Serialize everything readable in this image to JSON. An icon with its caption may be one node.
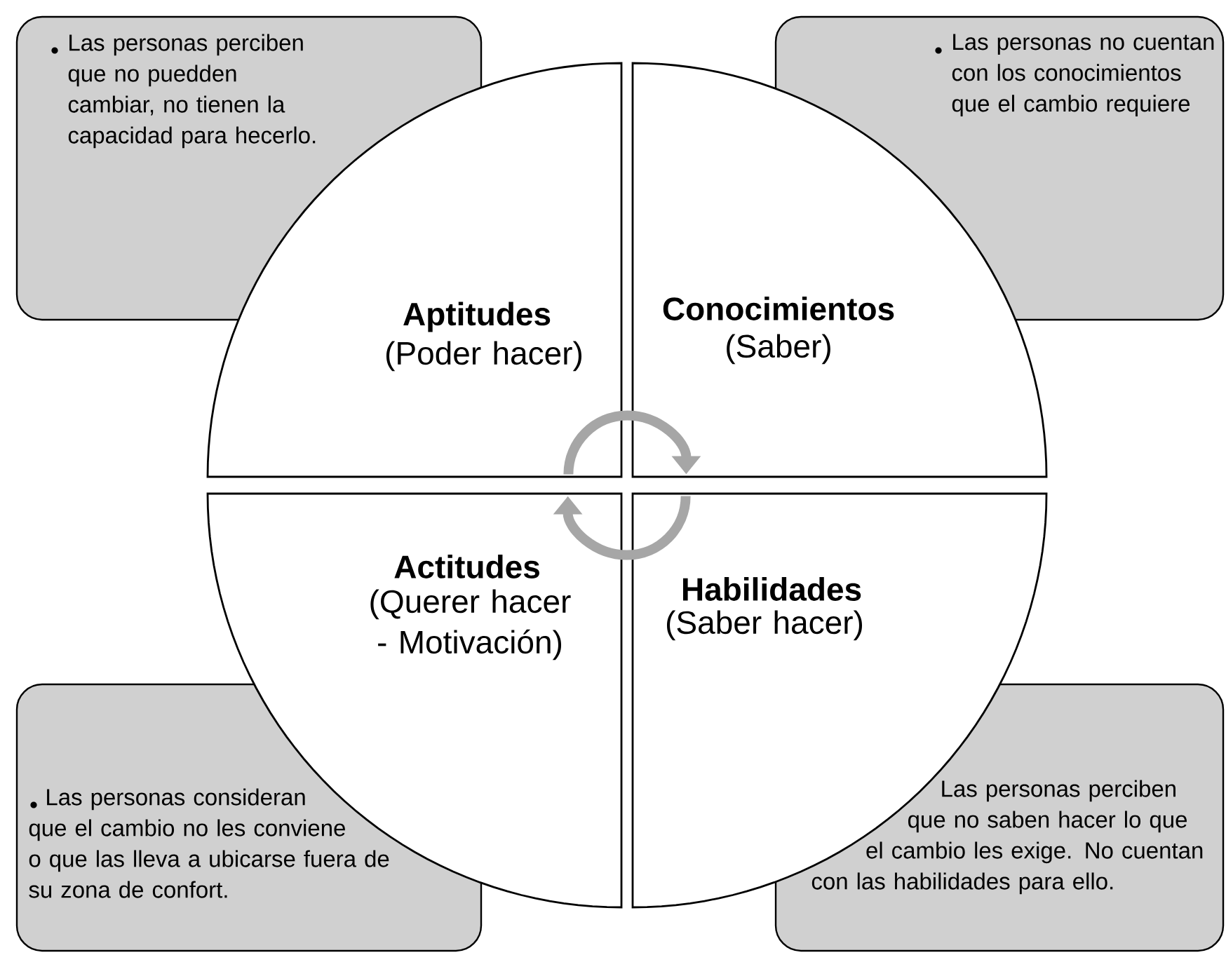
{
  "diagram": {
    "nodes": [
      {
        "text": [
          "Las personas perciben que no puedden cambiar, no tienen la capacidad para hecerlo."
        ]
      },
      {
        "text": [
          "Las personas no cuentan con los conocimientos que el cambio requiere"
        ]
      },
      {
        "text": [
          "Aptitudes",
          "(Poder hacer)"
        ]
      },
      {
        "text": [
          "Conocimientos",
          "(Saber)"
        ]
      },
      {
        "text": [
          "Actitudes",
          "(Querer hacer - Motivación)"
        ]
      },
      {
        "text": [
          "Habilidades",
          "(Saber hacer)"
        ]
      },
      {
        "text": [
          "Las personas consideran que el cambio no les conviene o que las lleva a ubicarse fuera de su zona de confort."
        ]
      },
      {
        "text": [
          "Las personas perciben que no saben hacer lo que el cambio les exige. No cuentan con las habilidades para ello."
        ]
      }
    ],
    "edges": [
      {
        "from": 2,
        "to": 3,
        "arrow": "to"
      },
      {
        "from": 5,
        "to": 4,
        "arrow": "to"
      }
    ]
  }
}
